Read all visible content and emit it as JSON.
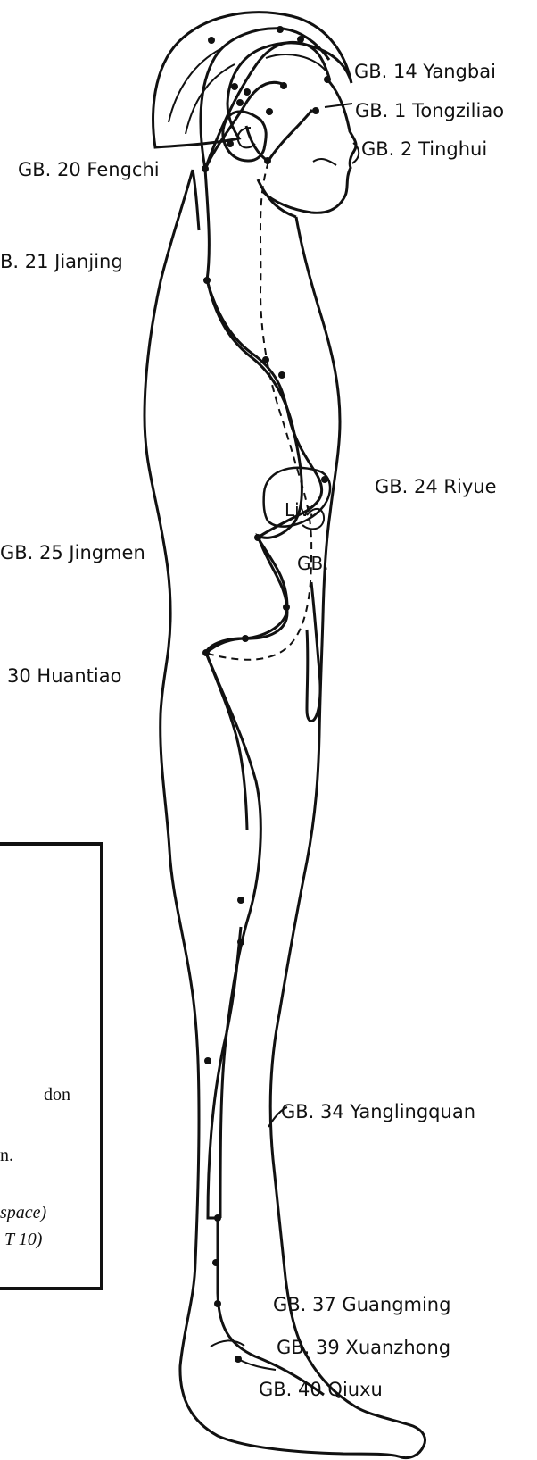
{
  "diagram": {
    "labels": {
      "gb14": "GB. 14  Yangbai",
      "gb1": "GB. 1  Tongziliao",
      "gb2": "GB. 2  Tinghui",
      "gb20": "GB. 20  Fengchi",
      "gb21": "B. 21  Jianjing",
      "gb24": "GB. 24  Riyue",
      "gb25": "GB. 25  Jingmen",
      "gb30": "30  Huantiao",
      "gb34": "GB. 34  Yanglingquan",
      "gb37": "GB. 37  Guangming",
      "gb39": "GB. 39  Xuanzhong",
      "gb40": "GB. 40  Qiuxu",
      "liver": "Liv.",
      "gallbladder": "GB."
    },
    "inset_text": {
      "line1": "don",
      "line2": "n.",
      "line3": "space)",
      "line4": "T 10)"
    },
    "colors": {
      "ink": "#111111",
      "paper": "#ffffff"
    }
  }
}
